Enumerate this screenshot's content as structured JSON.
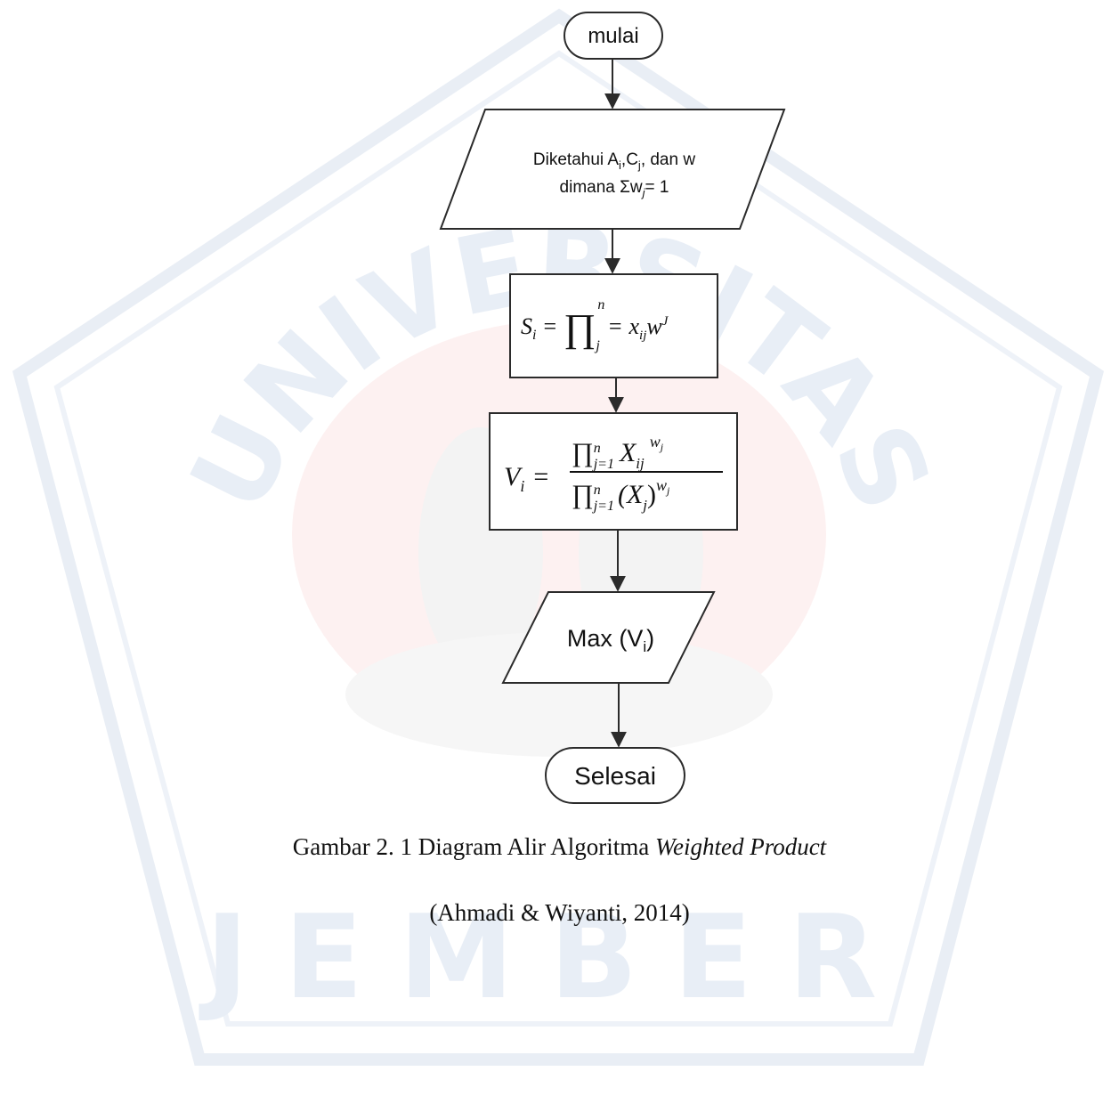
{
  "watermark": {
    "text_top": "UNIVERSITAS",
    "text_bottom": "JEMBER",
    "colors": {
      "ring": "#e6edf6",
      "text": "#e8eef6",
      "inner": "#fbe7e7",
      "inner2": "#f2f2f2"
    }
  },
  "flowchart": {
    "start": "mulai",
    "input": {
      "line1_prefix": "Diketahui A",
      "line1_sub1": "i",
      "line1_mid": ",C",
      "line1_sub2": "j",
      "line1_suffix": ", dan w",
      "line2_prefix": "dimana Σw",
      "line2_sub": "j",
      "line2_suffix": "= 1"
    },
    "process1": {
      "lhs": "S",
      "lhs_sub": "i",
      "eq": "=",
      "op": "∏",
      "op_sup": "n",
      "op_sub": "j",
      "eq2": "=",
      "term": "x",
      "term_sub": "ij",
      "term2": "w",
      "term2_sup": "J"
    },
    "process2": {
      "lhs": "V",
      "lhs_sub": "i",
      "eq": "=",
      "num_op": "∏",
      "num_sup": "n",
      "num_sub": "j=1",
      "num_var": "X",
      "num_var_sub": "ij",
      "num_exp": "w",
      "num_exp_sub": "j",
      "den_op": "∏",
      "den_sup": "n",
      "den_sub": "j=1",
      "den_var": "(X",
      "den_var_sub": "j",
      "den_close": ")",
      "den_exp": "w",
      "den_exp_sub": "j"
    },
    "output": {
      "prefix": "Max (V",
      "sub": "i",
      "suffix": ")"
    },
    "end": "Selesai"
  },
  "caption": {
    "line1_plain": "Gambar 2. 1 Diagram Alir Algoritma ",
    "line1_italic": "Weighted Product",
    "line2": "(Ahmadi & Wiyanti, 2014)"
  },
  "style": {
    "stroke": "#2b2b2b",
    "text": "#111111"
  }
}
